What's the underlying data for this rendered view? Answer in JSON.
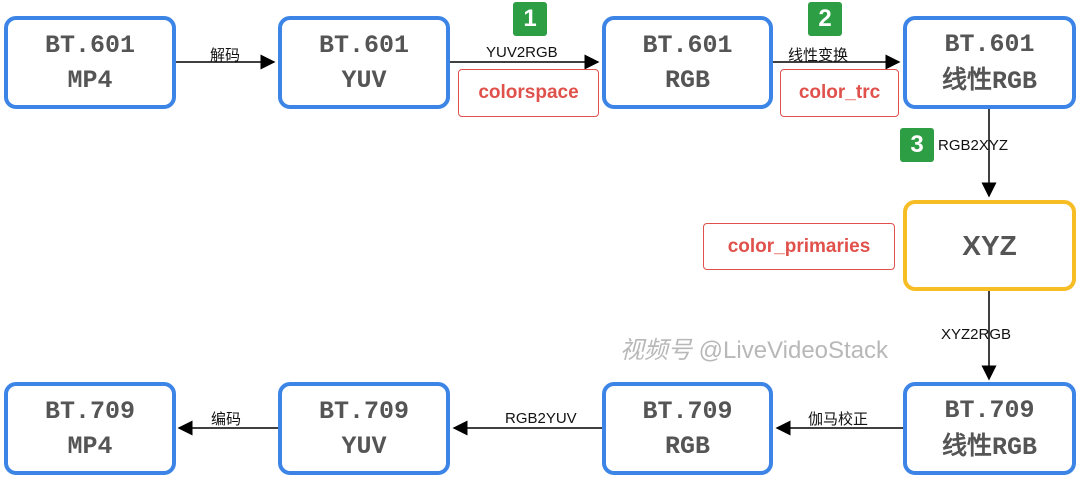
{
  "nodes": {
    "n1": {
      "line1": "BT.601",
      "line2": "MP4"
    },
    "n2": {
      "line1": "BT.601",
      "line2": "YUV"
    },
    "n3": {
      "line1": "BT.601",
      "line2": "RGB"
    },
    "n4": {
      "line1": "BT.601",
      "line2a": "线性",
      "line2b": "RGB"
    },
    "xyz": {
      "line1": "XYZ"
    },
    "b4": {
      "line1": "BT.709",
      "line2a": "线性",
      "line2b": "RGB"
    },
    "b3": {
      "line1": "BT.709",
      "line2": "RGB"
    },
    "b2": {
      "line1": "BT.709",
      "line2": "YUV"
    },
    "b1": {
      "line1": "BT.709",
      "line2": "MP4"
    }
  },
  "edges": {
    "decode": "解码",
    "yuv2rgb": "YUV2RGB",
    "linear": "线性变换",
    "rgb2xyz": "RGB2XYZ",
    "xyz2rgb": "XYZ2RGB",
    "gamma": "伽马校正",
    "rgb2yuv": "RGB2YUV",
    "encode": "编码"
  },
  "params": {
    "colorspace": "colorspace",
    "color_trc": "color_trc",
    "color_primaries": "color_primaries"
  },
  "badges": [
    "1",
    "2",
    "3"
  ],
  "watermark": {
    "logo": "视频号",
    "handle": "@LiveVideoStack"
  }
}
